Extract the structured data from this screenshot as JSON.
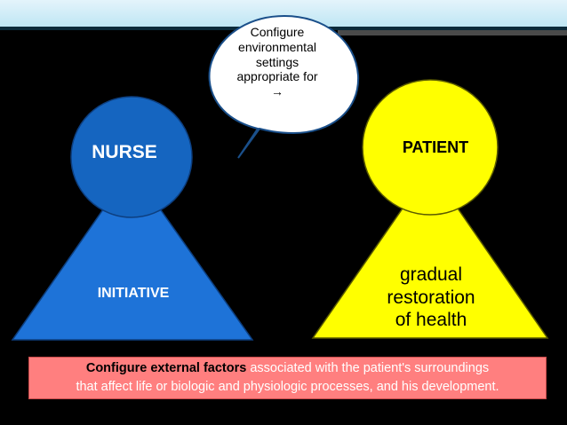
{
  "nurse": {
    "title": "NURSE",
    "base_label": "INITIATIVE",
    "color": "#1565c0"
  },
  "patient": {
    "title": "PATIENT",
    "base_label_lines": [
      "gradual",
      "restoration",
      "of health"
    ],
    "color": "#ffff00"
  },
  "speech_bubble": {
    "lines": [
      "Configure",
      "environmental",
      "settings",
      "appropriate for",
      "→"
    ]
  },
  "footer": {
    "bold_text": "Configure external factors",
    "rest_line1": " associated with the patient's surroundings",
    "line2": "that affect life or biologic and physiologic processes, and his development.",
    "background": "#ff7f7f"
  }
}
